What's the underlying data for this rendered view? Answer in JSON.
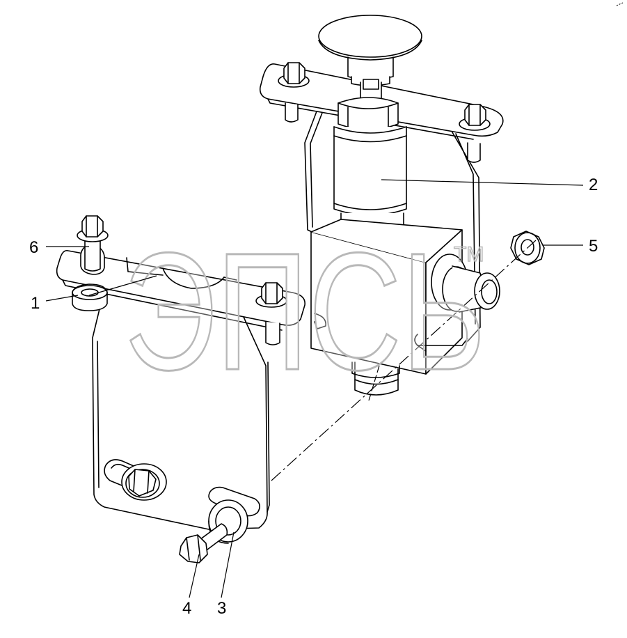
{
  "colors": {
    "line": "#000000",
    "part_fill": "#ffffff",
    "watermark": "#b8b8b8"
  },
  "watermark": {
    "text": "ЭПСЬ",
    "mark": "TM"
  },
  "callouts": {
    "c1": "1",
    "c2": "2",
    "c3": "3",
    "c4": "4",
    "c5": "5",
    "c6": "6"
  }
}
